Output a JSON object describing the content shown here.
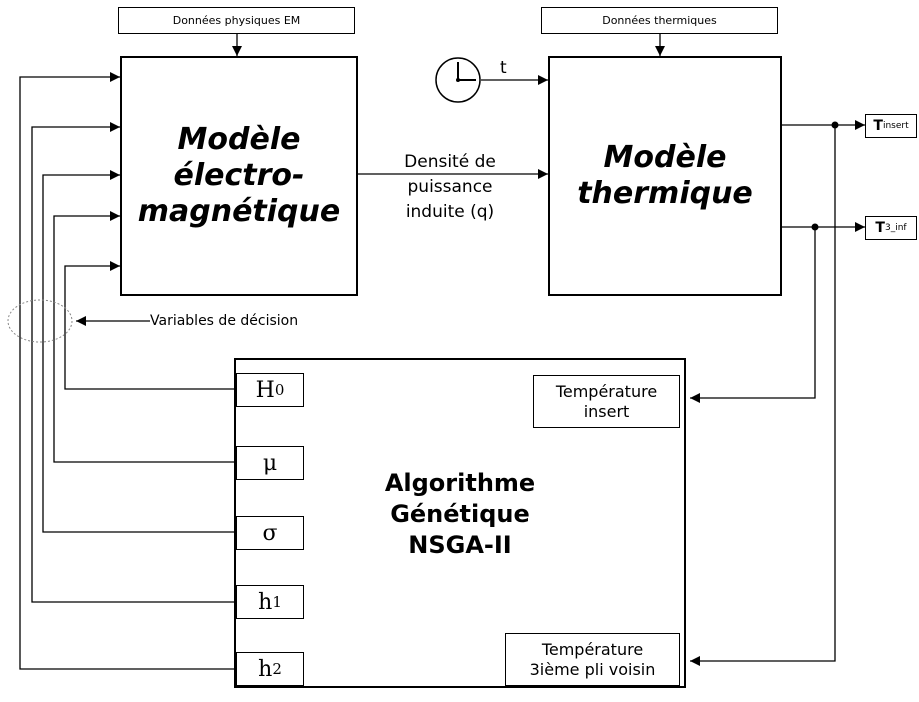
{
  "inputs": {
    "em_data": "Données physiques EM",
    "thermal_data": "Données thermiques"
  },
  "em_model": {
    "line1": "Modèle",
    "line2": "électro-",
    "line3": "magnétique"
  },
  "thermal_model": {
    "line1": "Modèle",
    "line2": "thermique"
  },
  "time_label": "t",
  "link": {
    "line1": "Densité de",
    "line2": "puissance",
    "line3": "induite (q)"
  },
  "decision_label": "Variables de décision",
  "algorithm": {
    "line1": "Algorithme",
    "line2": "Génétique",
    "line3": "NSGA-II"
  },
  "variables": [
    {
      "base": "H",
      "sub": "0"
    },
    {
      "base": "μ",
      "sub": ""
    },
    {
      "base": "σ",
      "sub": ""
    },
    {
      "base": "h",
      "sub": "1"
    },
    {
      "base": "h",
      "sub": "2"
    }
  ],
  "temperatures": {
    "insert": {
      "line1": "Température",
      "line2": "insert"
    },
    "ply": {
      "line1": "Température",
      "line2": "3ième pli voisin"
    }
  },
  "outputs": {
    "t_insert": {
      "base": "T",
      "sub": "insert"
    },
    "t_3_inf": {
      "base": "T",
      "sub": "3_inf"
    }
  }
}
